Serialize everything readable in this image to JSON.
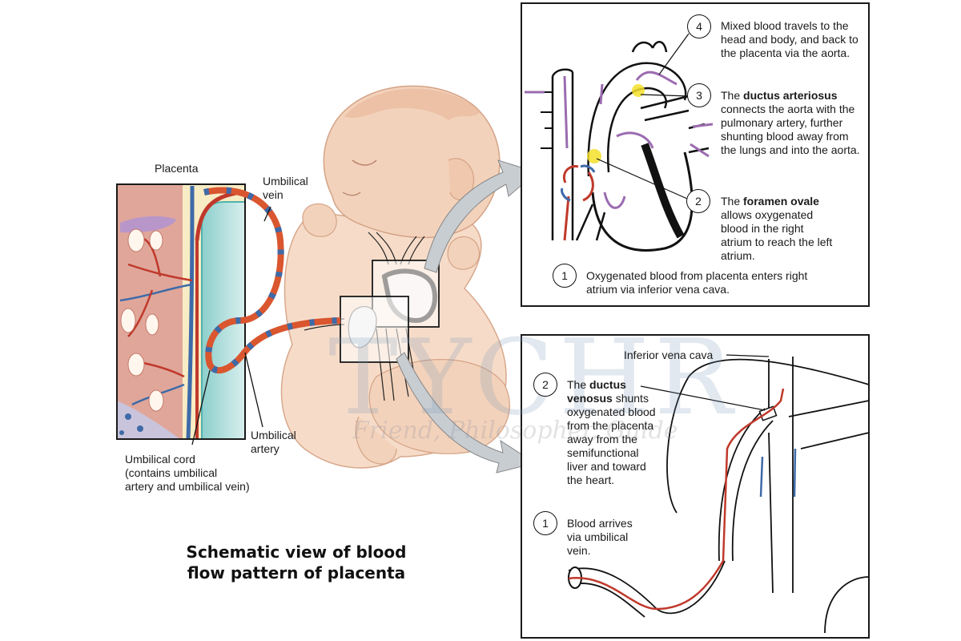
{
  "title": {
    "line1": "Schematic view of blood",
    "line2": "flow pattern of placenta"
  },
  "watermark": {
    "main": "TYCHR",
    "subtitle": "Friend, Philosopher, Guide"
  },
  "placenta_labels": {
    "placenta": "Placenta",
    "umbilical_vein_1": "Umbilical",
    "umbilical_vein_2": "vein",
    "umbilical_artery_1": "Umbilical",
    "umbilical_artery_2": "artery",
    "umbilical_cord_1": "Umbilical cord",
    "umbilical_cord_2": "(contains umbilical",
    "umbilical_cord_3": "artery and umbilical vein)"
  },
  "heart_panel": {
    "steps": [
      {
        "number": "1",
        "text": "Oxygenated blood from placenta enters right atrium via inferior vena cava."
      },
      {
        "number": "2",
        "pre": "The ",
        "bold": "foramen ovale",
        "post": " allows oxygenated blood in the right atrium to reach the left atrium."
      },
      {
        "number": "3",
        "pre": "The ",
        "bold": "ductus arteriosus",
        "post": " connects the aorta with the pulmonary artery, further shunting blood away from the lungs and into the aorta."
      },
      {
        "number": "4",
        "text": "Mixed blood travels to the head and body, and back to the placenta via the aorta."
      }
    ]
  },
  "liver_panel": {
    "ivc_label": "Inferior vena cava",
    "steps": [
      {
        "number": "1",
        "text": "Blood arrives via umbilical vein."
      },
      {
        "number": "2",
        "pre": "The ",
        "bold": "ductus venosus",
        "post": " shunts oxygenated blood from the placenta away from the semifunctional liver and toward the heart."
      }
    ]
  },
  "colors": {
    "oxygenated": "#c0392b",
    "deoxygenated": "#3e6aa8",
    "mixed": "#9b6bb0",
    "shunt_highlight": "#f4e02a",
    "skin": "#f6d9c4",
    "amniotic": "#a8d8d6"
  }
}
